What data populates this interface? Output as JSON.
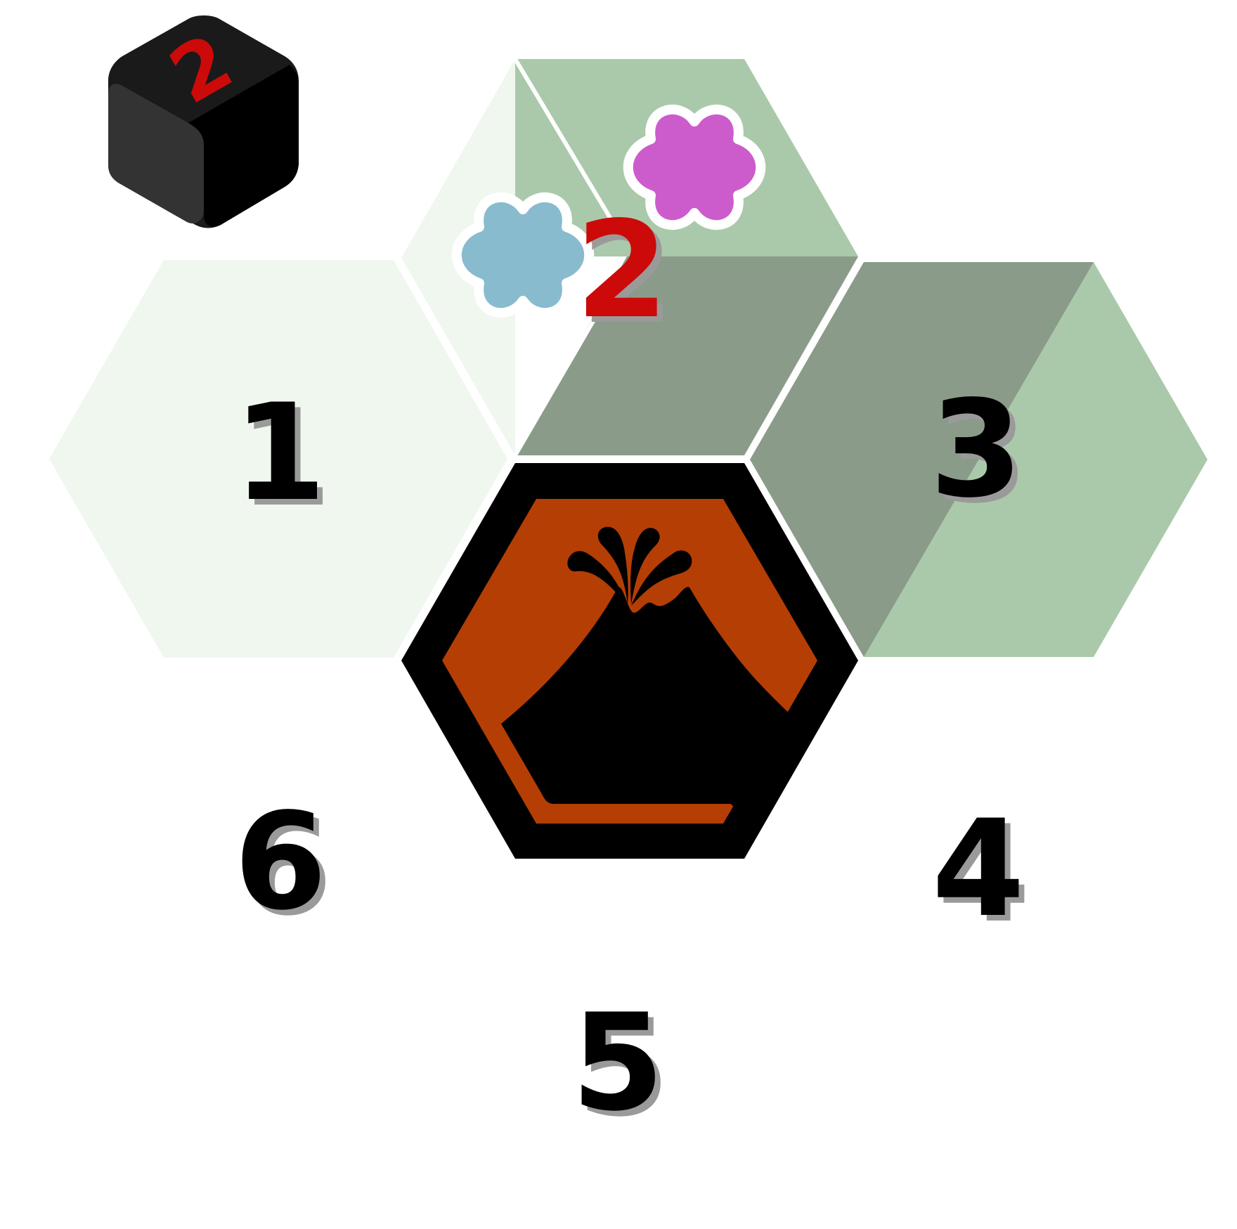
{
  "colors": {
    "background": "#ffffff",
    "hex_pale": "#eff7ef",
    "hex_sage_light": "#aac9aa",
    "hex_sage_dark": "#8a9b8a",
    "volcano_border": "#000000",
    "volcano_fill": "#b53e05",
    "token_blue": "#88bbce",
    "token_magenta": "#cc5ccc",
    "accent_red": "#cc0a0a",
    "die_dark": "#1a1a1a",
    "die_side": "#333333"
  },
  "die": {
    "value": "2",
    "icon": "d6-die-icon"
  },
  "tiles": [
    {
      "id": "1",
      "label": "1"
    },
    {
      "id": "2",
      "label": "2"
    },
    {
      "id": "3",
      "label": "3"
    },
    {
      "id": "4",
      "label": "4"
    },
    {
      "id": "5",
      "label": "5"
    },
    {
      "id": "6",
      "label": "6"
    }
  ],
  "center": {
    "icon": "volcano-icon"
  },
  "tokens": [
    {
      "color": "blue",
      "icon": "flower-token-icon"
    },
    {
      "color": "magenta",
      "icon": "flower-token-icon"
    }
  ]
}
